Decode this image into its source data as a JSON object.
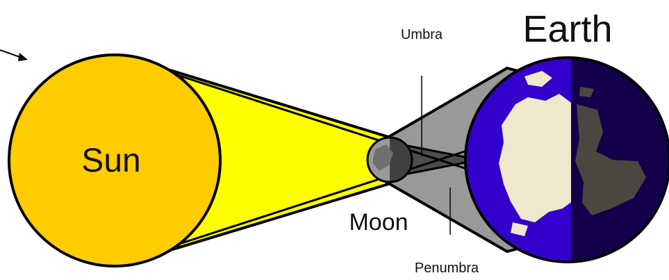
{
  "labels": {
    "sun": "Sun",
    "earth": "Earth",
    "moon": "Moon",
    "umbra": "Umbra",
    "penumbra": "Penumbra"
  },
  "colors": {
    "sun": "#FFCC00",
    "light_cone": "#FFFF00",
    "penumbra": "#999999",
    "umbra": "#4d4d4d",
    "ocean_day": "#3300CC",
    "ocean_night": "#14004a",
    "land_day": "#F0E8CC",
    "land_night": "#4a4740",
    "moon_light": "#999999",
    "moon_dark": "#404040",
    "outline": "#000000"
  }
}
